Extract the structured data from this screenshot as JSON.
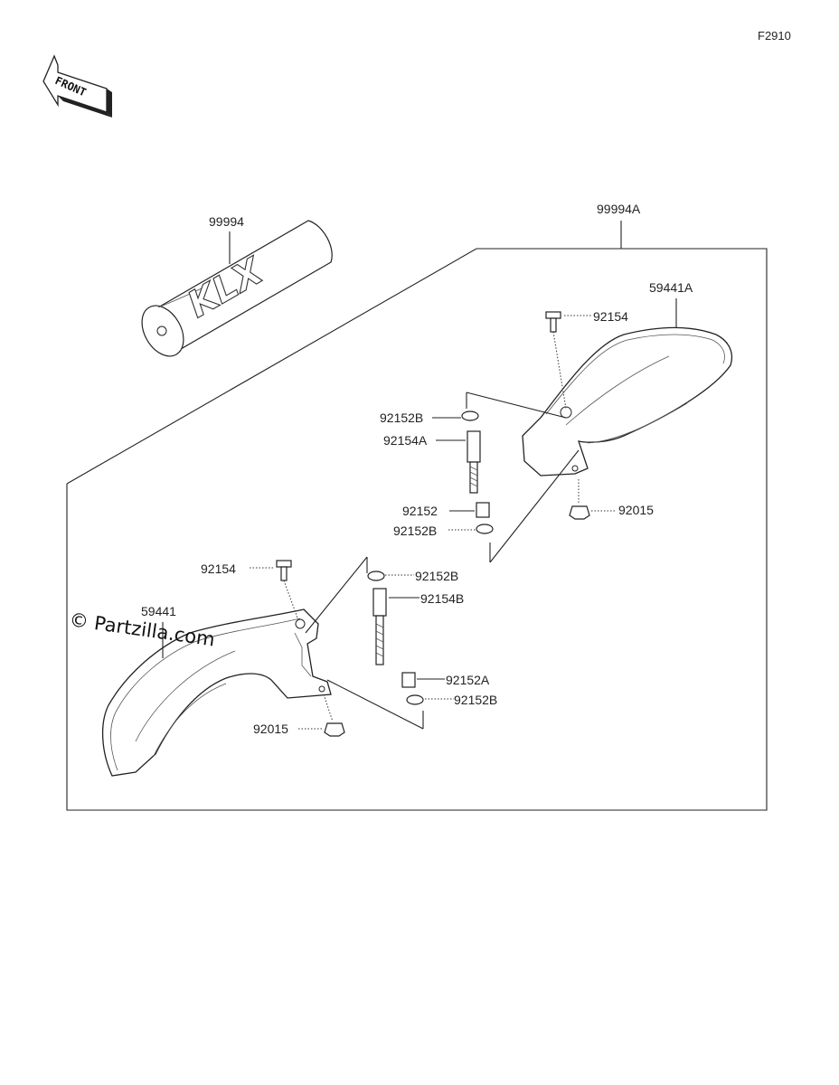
{
  "figure_code": "F2910",
  "front_label": "FRONT",
  "watermark": "© Partzilla.com",
  "pad_logo": "KLX",
  "parts": {
    "pad": "99994",
    "kit": "99994A",
    "guard_right": "59441A",
    "guard_left": "59441",
    "bolt_top_right": "92154",
    "bolt_top_left": "92154",
    "collar_r1": "92152B",
    "bolt_r": "92154A",
    "collar_r2": "92152",
    "collar_r3": "92152B",
    "nut_right": "92015",
    "collar_l1": "92152B",
    "bolt_l": "92154B",
    "collar_l2": "92152A",
    "collar_l3": "92152B",
    "nut_left": "92015"
  }
}
